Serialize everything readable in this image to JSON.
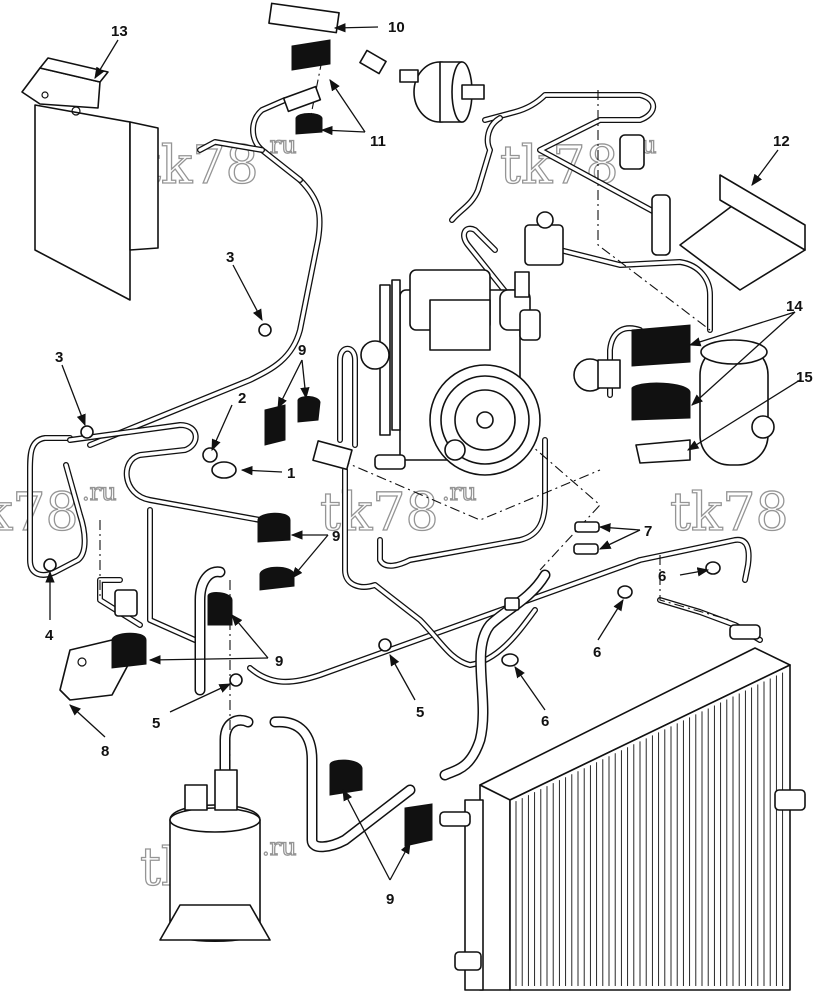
{
  "watermark": {
    "text_big": "tk78",
    "text_small": ".ru"
  },
  "callouts": {
    "c1": "1",
    "c2": "2",
    "c3a": "3",
    "c3b": "3",
    "c4": "4",
    "c5a": "5",
    "c5b": "5",
    "c6a": "6",
    "c6b": "6",
    "c6c": "6",
    "c7": "7",
    "c8": "8",
    "c9a": "9",
    "c9b": "9",
    "c9c": "9",
    "c9d": "9",
    "c10": "10",
    "c11": "11",
    "c12": "12",
    "c13": "13",
    "c14": "14",
    "c15": "15"
  }
}
